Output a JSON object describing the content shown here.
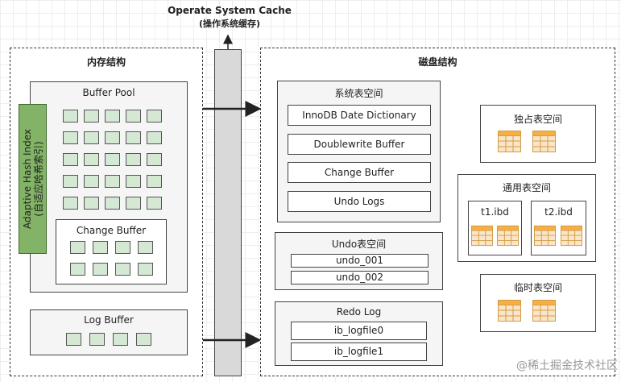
{
  "os_cache": {
    "title": "Operate System Cache",
    "subtitle": "(操作系统缓存)"
  },
  "memory": {
    "title": "内存结构",
    "buffer_pool": {
      "title": "Buffer Pool",
      "cell_rows": 5,
      "cell_cols": 5
    },
    "adaptive_hash_index": {
      "label_en": "Adaptive Hash Index",
      "label_cn": "(自适应哈希索引)"
    },
    "change_buffer": {
      "title": "Change Buffer",
      "cell_rows": 2,
      "cell_cols": 4
    },
    "log_buffer": {
      "title": "Log Buffer",
      "cell_count": 4
    }
  },
  "disk": {
    "title": "磁盘结构",
    "system_tablespace": {
      "title": "系统表空间",
      "items": [
        "InnoDB Date Dictionary",
        "Doublewrite Buffer",
        "Change Buffer",
        "Undo Logs"
      ]
    },
    "undo_tablespace": {
      "title": "Undo表空间",
      "items": [
        "undo_001",
        "undo_002"
      ]
    },
    "redo_log": {
      "title": "Redo Log",
      "items": [
        "ib_logfile0",
        "ib_logfile1"
      ]
    },
    "file_per_table": {
      "title": "独占表空间",
      "icon": "table-icon"
    },
    "general_tablespace": {
      "title": "通用表空间",
      "files": [
        "t1.ibd",
        "t2.ibd"
      ],
      "icon": "table-icon"
    },
    "temp_tablespace": {
      "title": "临时表空间",
      "icon": "table-icon"
    }
  },
  "watermark": "@稀土掘金技术社区",
  "colors": {
    "cell_fill": "#d5e8d4",
    "ahi_fill": "#82b366",
    "table_header": "#f5b041",
    "table_body": "#fbe5c8",
    "os_bar": "#d9d9d9"
  }
}
